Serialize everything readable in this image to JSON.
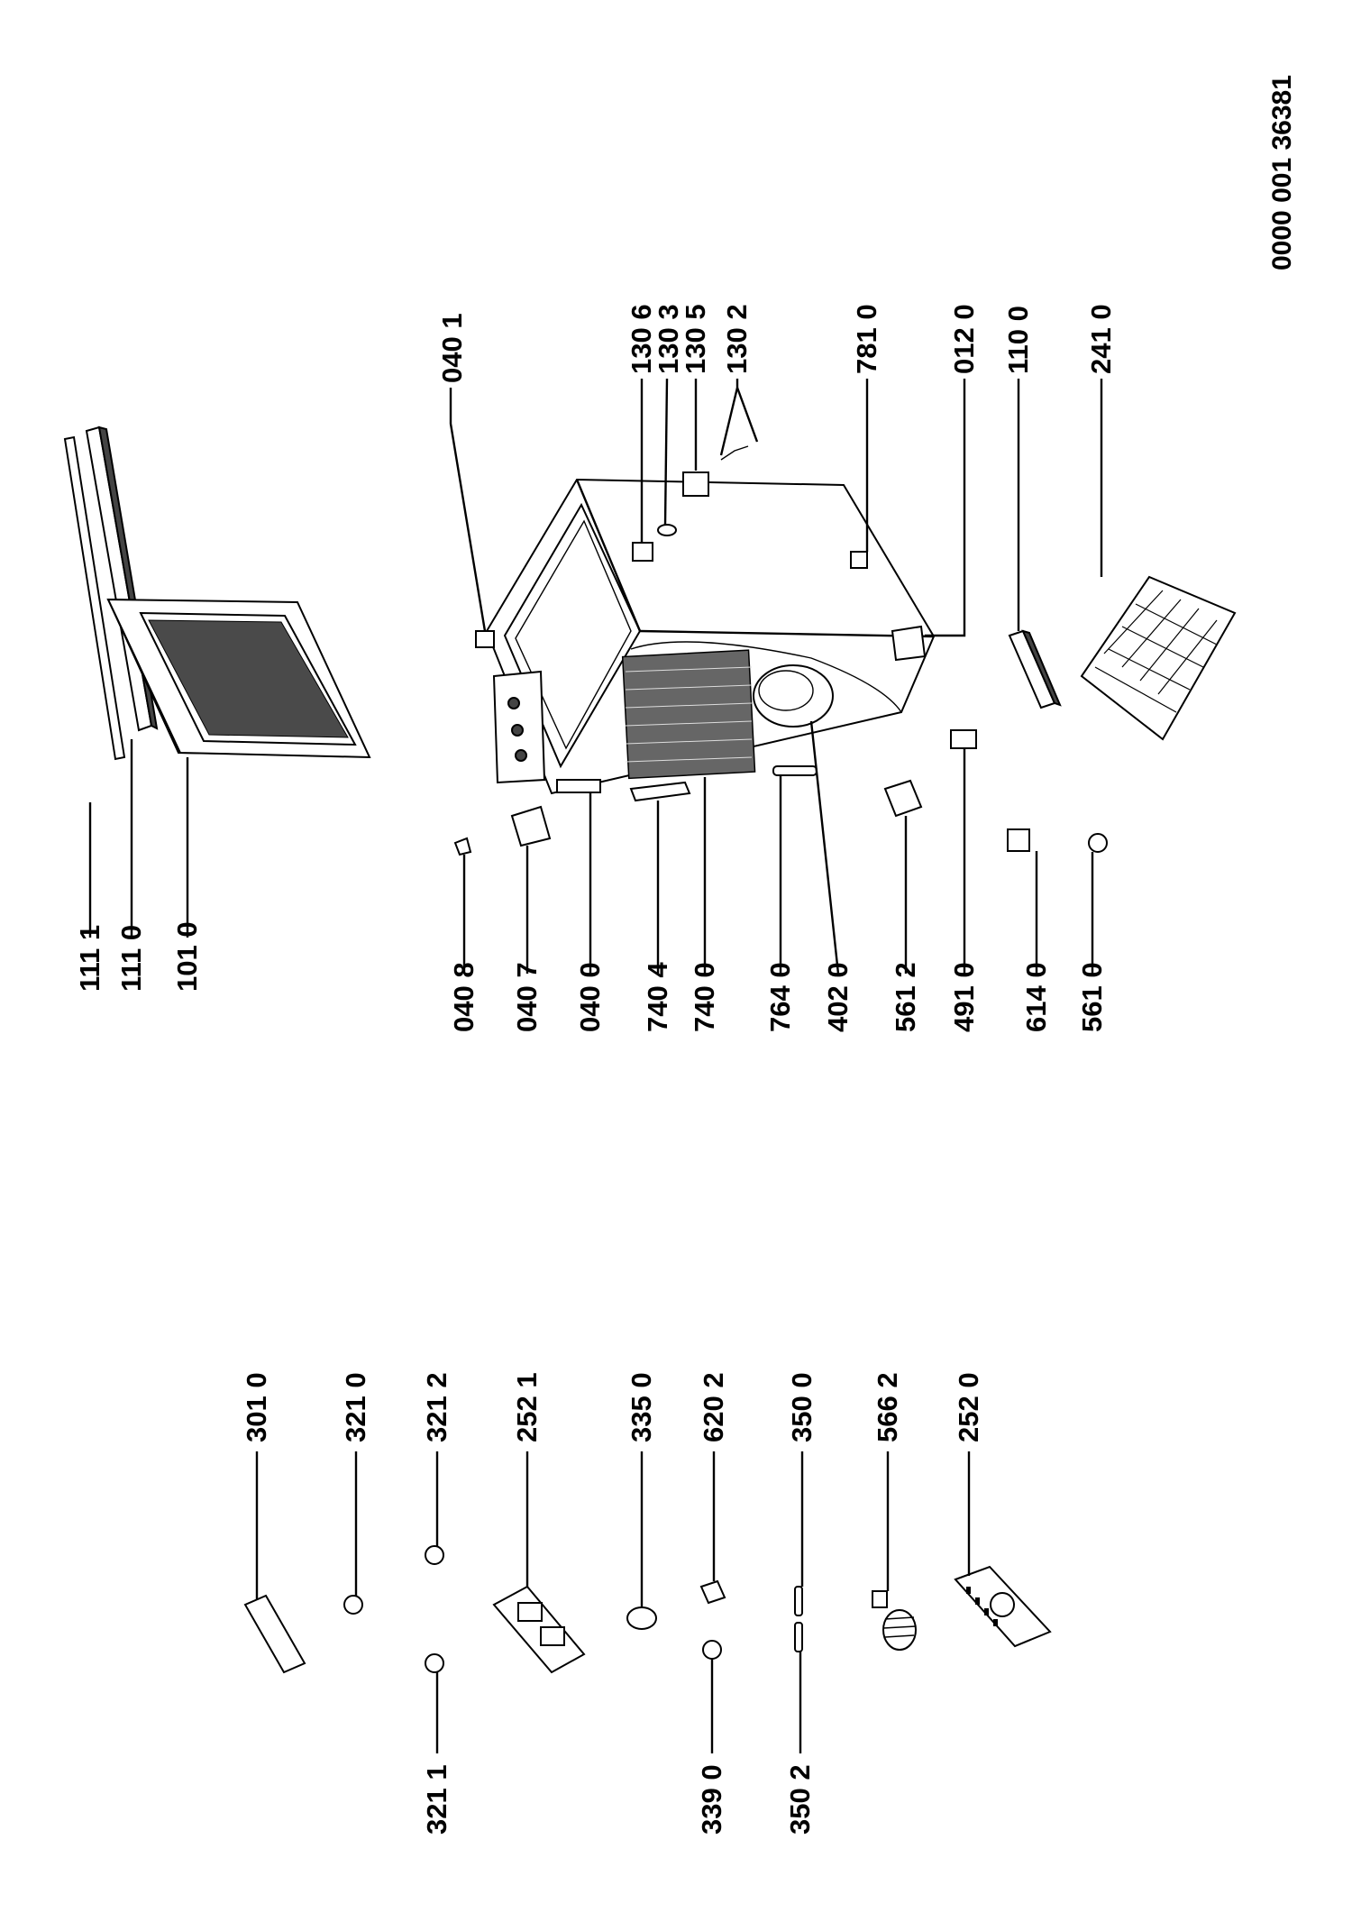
{
  "document_number": "0000 001 36381",
  "labels": {
    "p1111": "111 1",
    "p1110": "111 0",
    "p1010": "101 0",
    "p0401": "040 1",
    "p1306": "130 6",
    "p1303": "130 3",
    "p1305": "130 5",
    "p1302": "130 2",
    "p7810": "781 0",
    "p0120": "012 0",
    "p1100": "110 0",
    "p2410": "241 0",
    "p0408": "040 8",
    "p0407": "040 7",
    "p0400": "040 0",
    "p7404": "740 4",
    "p7400": "740 0",
    "p7640": "764 0",
    "p4020": "402 0",
    "p5612": "561 2",
    "p4910": "491 0",
    "p6140": "614 0",
    "p5610": "561 0",
    "p3010": "301 0",
    "p3210": "321 0",
    "p3212": "321 2",
    "p2521": "252 1",
    "p3350": "335 0",
    "p6202": "620 2",
    "p3500": "350 0",
    "p5662": "566 2",
    "p2520": "252 0",
    "p3211": "321 1",
    "p3390": "339 0",
    "p3502": "350 2"
  }
}
